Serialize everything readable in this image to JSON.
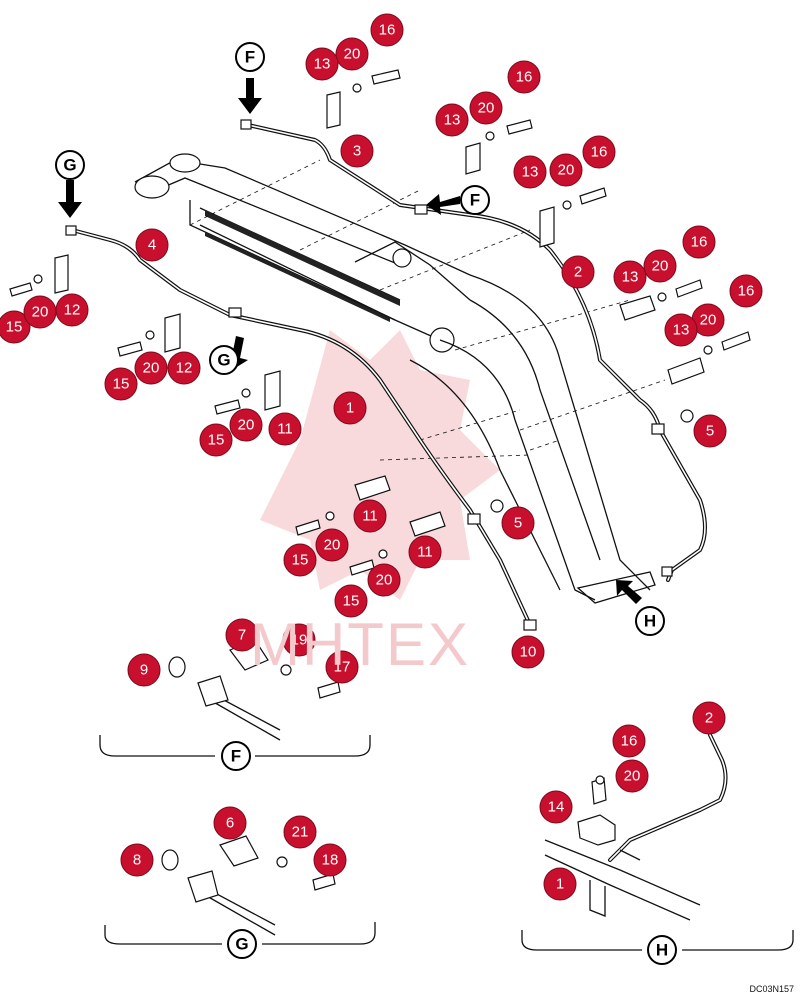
{
  "diagram": {
    "drawing_code": "DC03N157",
    "watermark": "MHTEX",
    "view_markers": [
      "F",
      "G",
      "H"
    ],
    "callouts": [
      {
        "id": "c16a",
        "label": "16"
      },
      {
        "id": "c20a",
        "label": "20"
      },
      {
        "id": "c13a",
        "label": "13"
      },
      {
        "id": "c16b",
        "label": "16"
      },
      {
        "id": "c20b",
        "label": "20"
      },
      {
        "id": "c13b",
        "label": "13"
      },
      {
        "id": "c16c",
        "label": "16"
      },
      {
        "id": "c20c",
        "label": "20"
      },
      {
        "id": "c13c",
        "label": "13"
      },
      {
        "id": "c16d",
        "label": "16"
      },
      {
        "id": "c20d",
        "label": "20"
      },
      {
        "id": "c13d",
        "label": "13"
      },
      {
        "id": "c16e",
        "label": "16"
      },
      {
        "id": "c20e",
        "label": "20"
      },
      {
        "id": "c13e",
        "label": "13"
      },
      {
        "id": "c3",
        "label": "3"
      },
      {
        "id": "c4",
        "label": "4"
      },
      {
        "id": "c2",
        "label": "2"
      },
      {
        "id": "c15a",
        "label": "15"
      },
      {
        "id": "c20f",
        "label": "20"
      },
      {
        "id": "c12a",
        "label": "12"
      },
      {
        "id": "c15b",
        "label": "15"
      },
      {
        "id": "c20g",
        "label": "20"
      },
      {
        "id": "c12b",
        "label": "12"
      },
      {
        "id": "c1",
        "label": "1"
      },
      {
        "id": "c15c",
        "label": "15"
      },
      {
        "id": "c20h",
        "label": "20"
      },
      {
        "id": "c11a",
        "label": "11"
      },
      {
        "id": "c5a",
        "label": "5"
      },
      {
        "id": "c11b",
        "label": "11"
      },
      {
        "id": "c5b",
        "label": "5"
      },
      {
        "id": "c15d",
        "label": "15"
      },
      {
        "id": "c20i",
        "label": "20"
      },
      {
        "id": "c11c",
        "label": "11"
      },
      {
        "id": "c15e",
        "label": "15"
      },
      {
        "id": "c20j",
        "label": "20"
      },
      {
        "id": "c10",
        "label": "10"
      },
      {
        "id": "c7",
        "label": "7"
      },
      {
        "id": "c9",
        "label": "9"
      },
      {
        "id": "c19",
        "label": "19"
      },
      {
        "id": "c17",
        "label": "17"
      },
      {
        "id": "c6",
        "label": "6"
      },
      {
        "id": "c8",
        "label": "8"
      },
      {
        "id": "c21",
        "label": "21"
      },
      {
        "id": "c18",
        "label": "18"
      },
      {
        "id": "c2h",
        "label": "2"
      },
      {
        "id": "c16h",
        "label": "16"
      },
      {
        "id": "c20hh",
        "label": "20"
      },
      {
        "id": "c14",
        "label": "14"
      },
      {
        "id": "c1h",
        "label": "1"
      }
    ]
  }
}
